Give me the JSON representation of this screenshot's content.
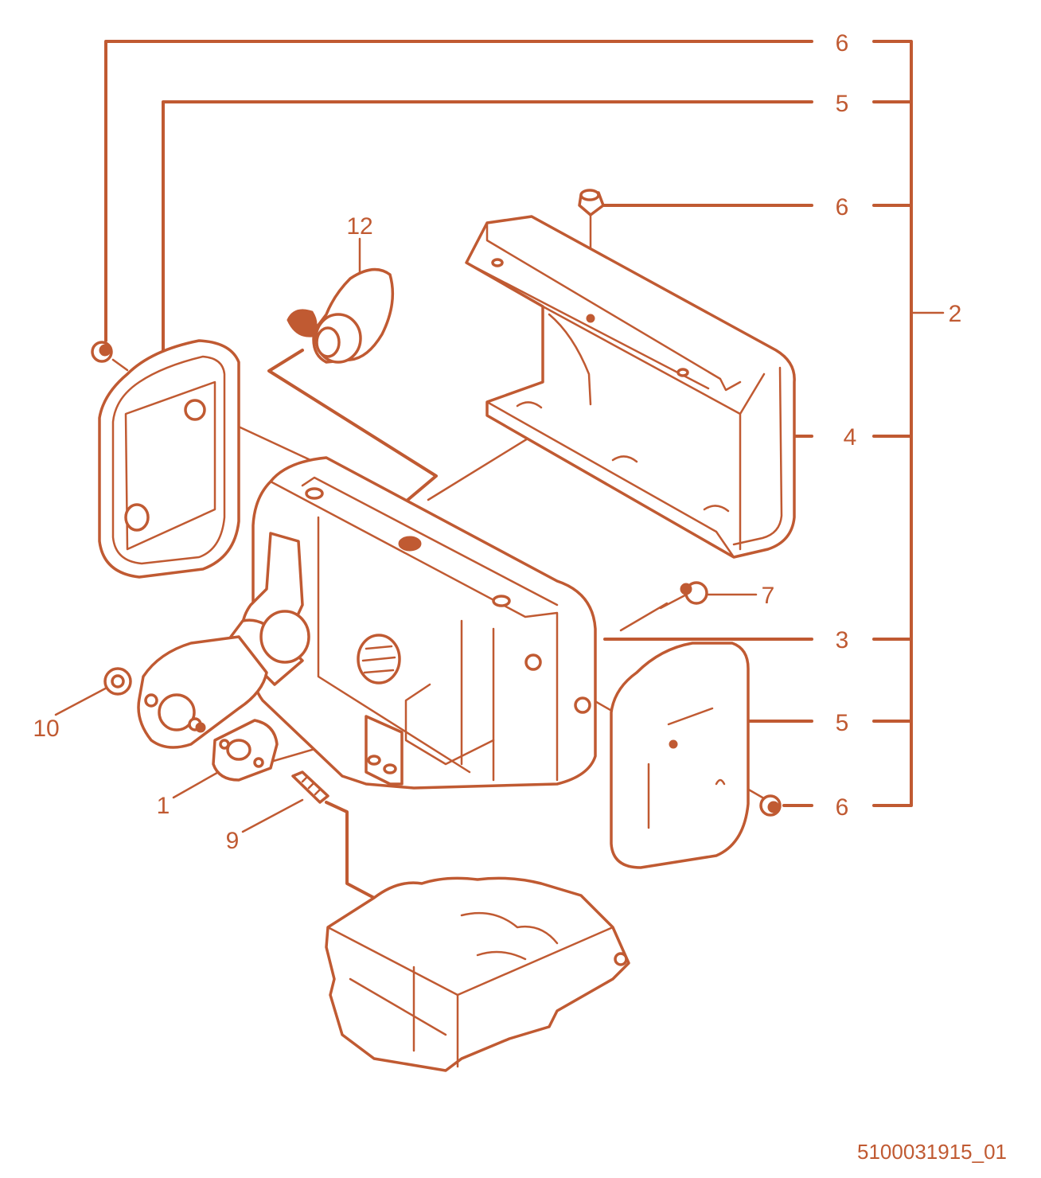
{
  "colors": {
    "line": "#c05a32"
  },
  "callouts": {
    "c1": "1",
    "c2": "2",
    "c3": "3",
    "c4": "4",
    "c5a": "5",
    "c5b": "5",
    "c6a": "6",
    "c6b": "6",
    "c6c": "6",
    "c7": "7",
    "c9": "9",
    "c10": "10",
    "c12": "12"
  },
  "figure_code": "5100031915_01",
  "icons": [
    "exploded-muffler-assembly"
  ]
}
